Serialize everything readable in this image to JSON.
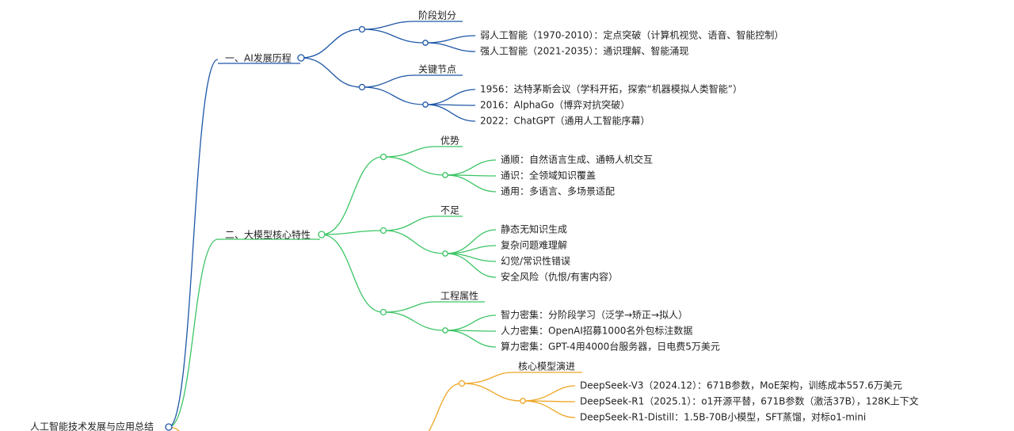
{
  "colors": {
    "blue": "#1f57a7",
    "green": "#3cc565",
    "orange": "#eea624"
  },
  "root": {
    "label": "人工智能技术发展与应用总结"
  },
  "branch1": {
    "title": "一、AI发展历程",
    "stages": {
      "title": "阶段划分",
      "items": [
        "弱人工智能（1970-2010）：定点突破（计算机视觉、语音、智能控制）",
        "强人工智能（2021-2035）：通识理解、智能涌现"
      ]
    },
    "milestones": {
      "title": "关键节点",
      "items": [
        "1956：达特茅斯会议（学科开拓，探索“机器模拟人类智能”）",
        "2016：AlphaGo（博弈对抗突破）",
        "2022：ChatGPT（通用人工智能序幕）"
      ]
    }
  },
  "branch2": {
    "title": "二、大模型核心特性",
    "advantages": {
      "title": "优势",
      "items": [
        "通顺：自然语言生成、通畅人机交互",
        "通识：全领域知识覆盖",
        "通用：多语言、多场景适配"
      ]
    },
    "shortcomings": {
      "title": "不足",
      "items": [
        "静态无知识生成",
        "复杂问题难理解",
        "幻觉/常识性错误",
        "安全风险（仇恨/有害内容）"
      ]
    },
    "engineering": {
      "title": "工程属性",
      "items": [
        "智力密集：分阶段学习（泛学→矫正→拟人）",
        "人力密集：OpenAI招募1000名外包标注数据",
        "算力密集：GPT-4用4000台服务器，日电费5万美元"
      ]
    }
  },
  "branch3": {
    "models": {
      "title": "核心模型演进",
      "items": [
        "DeepSeek-V3（2024.12）：671B参数，MoE架构，训练成本557.6万美元",
        "DeepSeek-R1（2025.1）：o1开源平替，671B参数（激活37B），128K上下文",
        "DeepSeek-R1-Distill：1.5B-70B小模型，SFT蒸馏，对标o1-mini"
      ]
    }
  }
}
